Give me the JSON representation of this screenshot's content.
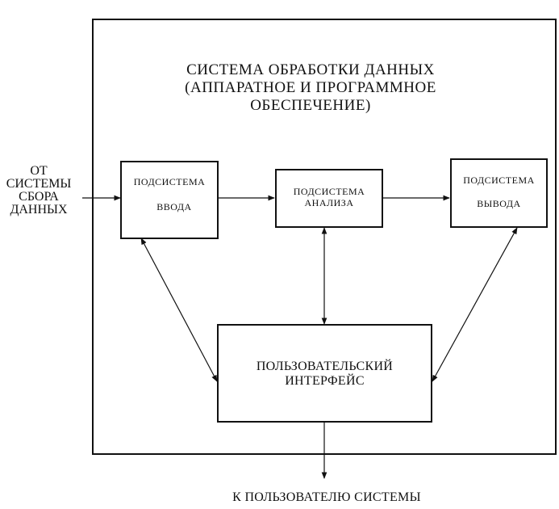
{
  "system": {
    "title_line1": "СИСТЕМА  ОБРАБОТКИ  ДАННЫХ",
    "title_line2": "(АППАРАТНОЕ И ПРОГРАММНОЕ",
    "title_line3": "ОБЕСПЕЧЕНИЕ)"
  },
  "input_source": {
    "line1": "ОТ",
    "line2": "СИСТЕМЫ",
    "line3": "СБОРА",
    "line4": "ДАННЫХ"
  },
  "blocks": {
    "input": {
      "line1": "ПОДСИСТЕМА",
      "line2": "ВВОДА"
    },
    "analysis": {
      "line1": "ПОДСИСТЕМА",
      "line2": "АНАЛИЗА"
    },
    "output": {
      "line1": "ПОДСИСТЕМА",
      "line2": "ВЫВОДА"
    },
    "interface": {
      "line1": "ПОЛЬЗОВАТЕЛЬСКИЙ",
      "line2": "ИНТЕРФЕЙС"
    }
  },
  "output_target": {
    "label": "К ПОЛЬЗОВАТЕЛЮ  СИСТЕМЫ"
  },
  "colors": {
    "line": "#111111",
    "background": "#ffffff"
  }
}
